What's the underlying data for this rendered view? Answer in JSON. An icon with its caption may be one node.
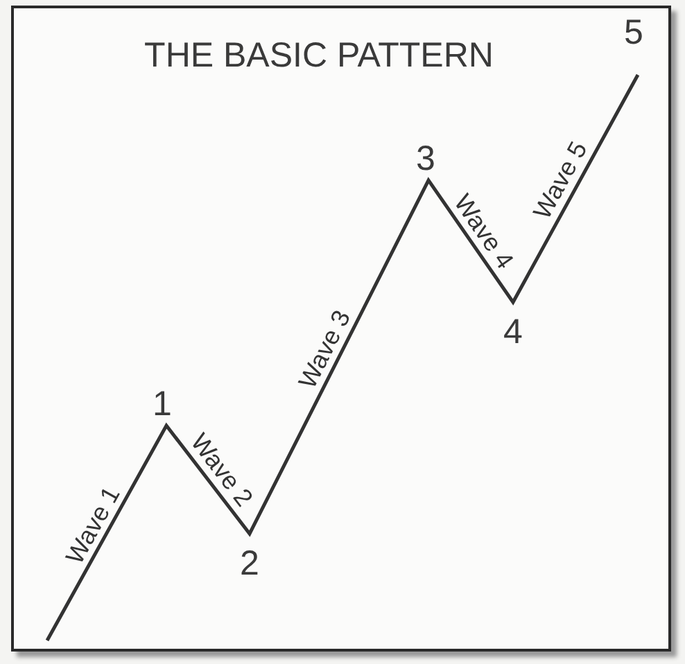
{
  "diagram": {
    "title": "THE BASIC PATTERN",
    "labels": [
      "Wave 1",
      "1",
      "Wave 2",
      "2",
      "Wave 3",
      "3",
      "Wave 4",
      "4",
      "Wave 5",
      "5"
    ]
  }
}
